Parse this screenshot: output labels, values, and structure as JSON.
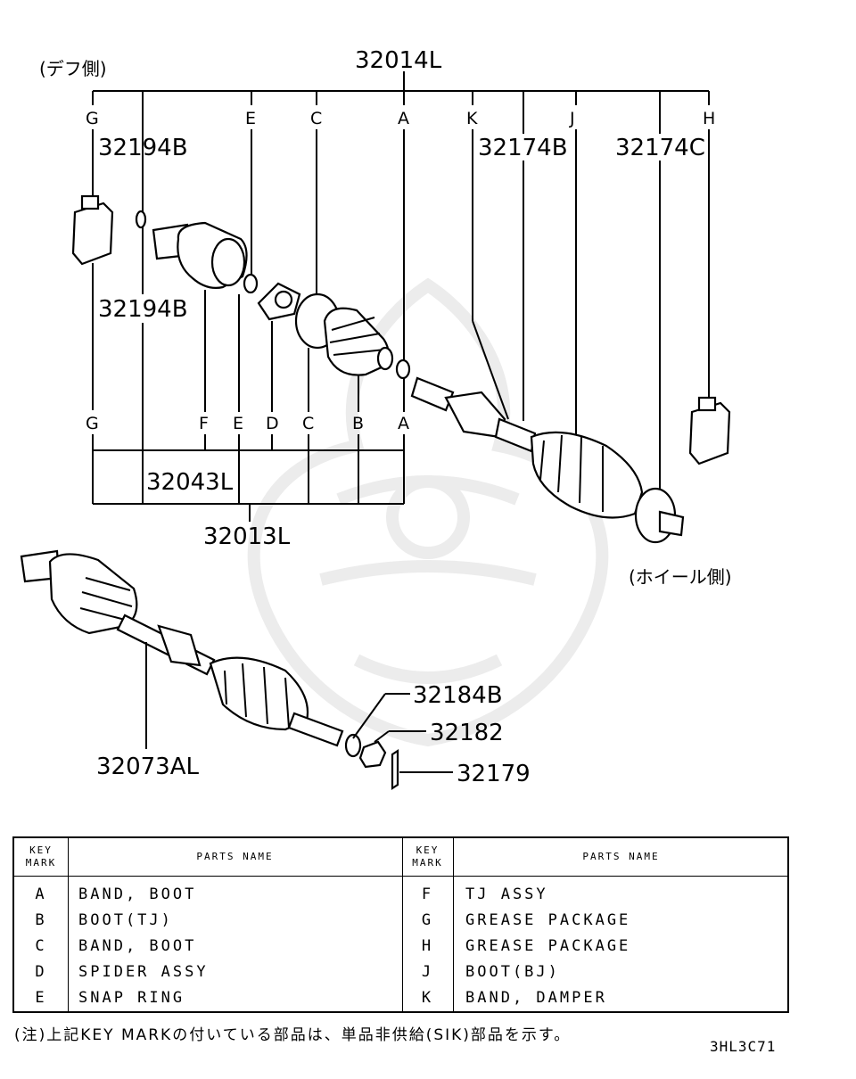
{
  "side_labels": {
    "diff_side": "(デフ側)",
    "wheel_side": "(ホイール側)"
  },
  "part_numbers": {
    "top_assy": "32014L",
    "grease_g": "32194B",
    "grease_g_lower": "32194B",
    "boot_b": "32174B",
    "grease_h": "32174C",
    "tj_kit": "32043L",
    "boot_kit": "32013L",
    "shaft": "32073AL",
    "washer": "32184B",
    "nut": "32182",
    "pin": "32179"
  },
  "key_marks_top": [
    "G",
    "E",
    "C",
    "A",
    "K",
    "J",
    "H"
  ],
  "key_marks_bottom": [
    "G",
    "F",
    "E",
    "D",
    "C",
    "B",
    "A"
  ],
  "table": {
    "header_key": "KEY MARK",
    "header_name": "PARTS NAME",
    "left_rows": [
      {
        "key": "A",
        "name": "BAND, BOOT"
      },
      {
        "key": "B",
        "name": "BOOT(TJ)"
      },
      {
        "key": "C",
        "name": "BAND, BOOT"
      },
      {
        "key": "D",
        "name": "SPIDER ASSY"
      },
      {
        "key": "E",
        "name": "SNAP RING"
      }
    ],
    "right_rows": [
      {
        "key": "F",
        "name": "TJ ASSY"
      },
      {
        "key": "G",
        "name": "GREASE PACKAGE"
      },
      {
        "key": "H",
        "name": "GREASE PACKAGE"
      },
      {
        "key": "J",
        "name": "BOOT(BJ)"
      },
      {
        "key": "K",
        "name": "BAND, DAMPER"
      }
    ]
  },
  "footnote": "(注)上記KEY MARKの付いている部品は、単品非供給(SIK)部品を示す。",
  "diagram_code": "3HL3C71"
}
